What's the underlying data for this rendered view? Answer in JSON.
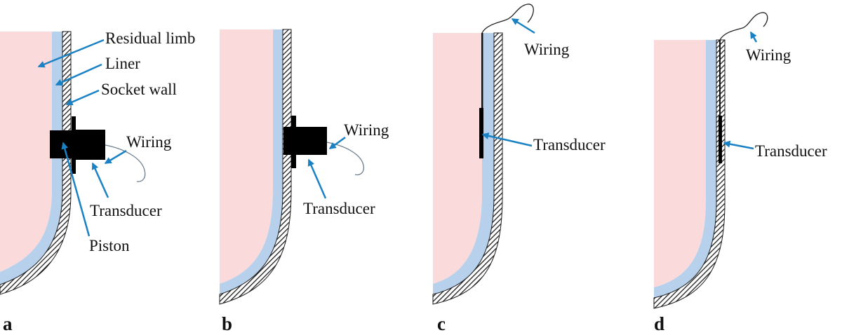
{
  "colors": {
    "limb": "#fadadb",
    "liner": "#b7d1ec",
    "socket_wall": "#2b2b2b",
    "transducer": "#000000",
    "arrow": "#1a82c4",
    "wiring": "#6d7f8d"
  },
  "panels": [
    {
      "letter": "a",
      "labels": {
        "residual_limb": "Residual limb",
        "liner": "Liner",
        "socket_wall": "Socket wall",
        "wiring": "Wiring",
        "transducer": "Transducer",
        "piston": "Piston"
      }
    },
    {
      "letter": "b",
      "labels": {
        "wiring": "Wiring",
        "transducer": "Transducer"
      }
    },
    {
      "letter": "c",
      "labels": {
        "wiring": "Wiring",
        "transducer": "Transducer"
      }
    },
    {
      "letter": "d",
      "labels": {
        "wiring": "Wiring",
        "transducer": "Transducer"
      }
    }
  ]
}
